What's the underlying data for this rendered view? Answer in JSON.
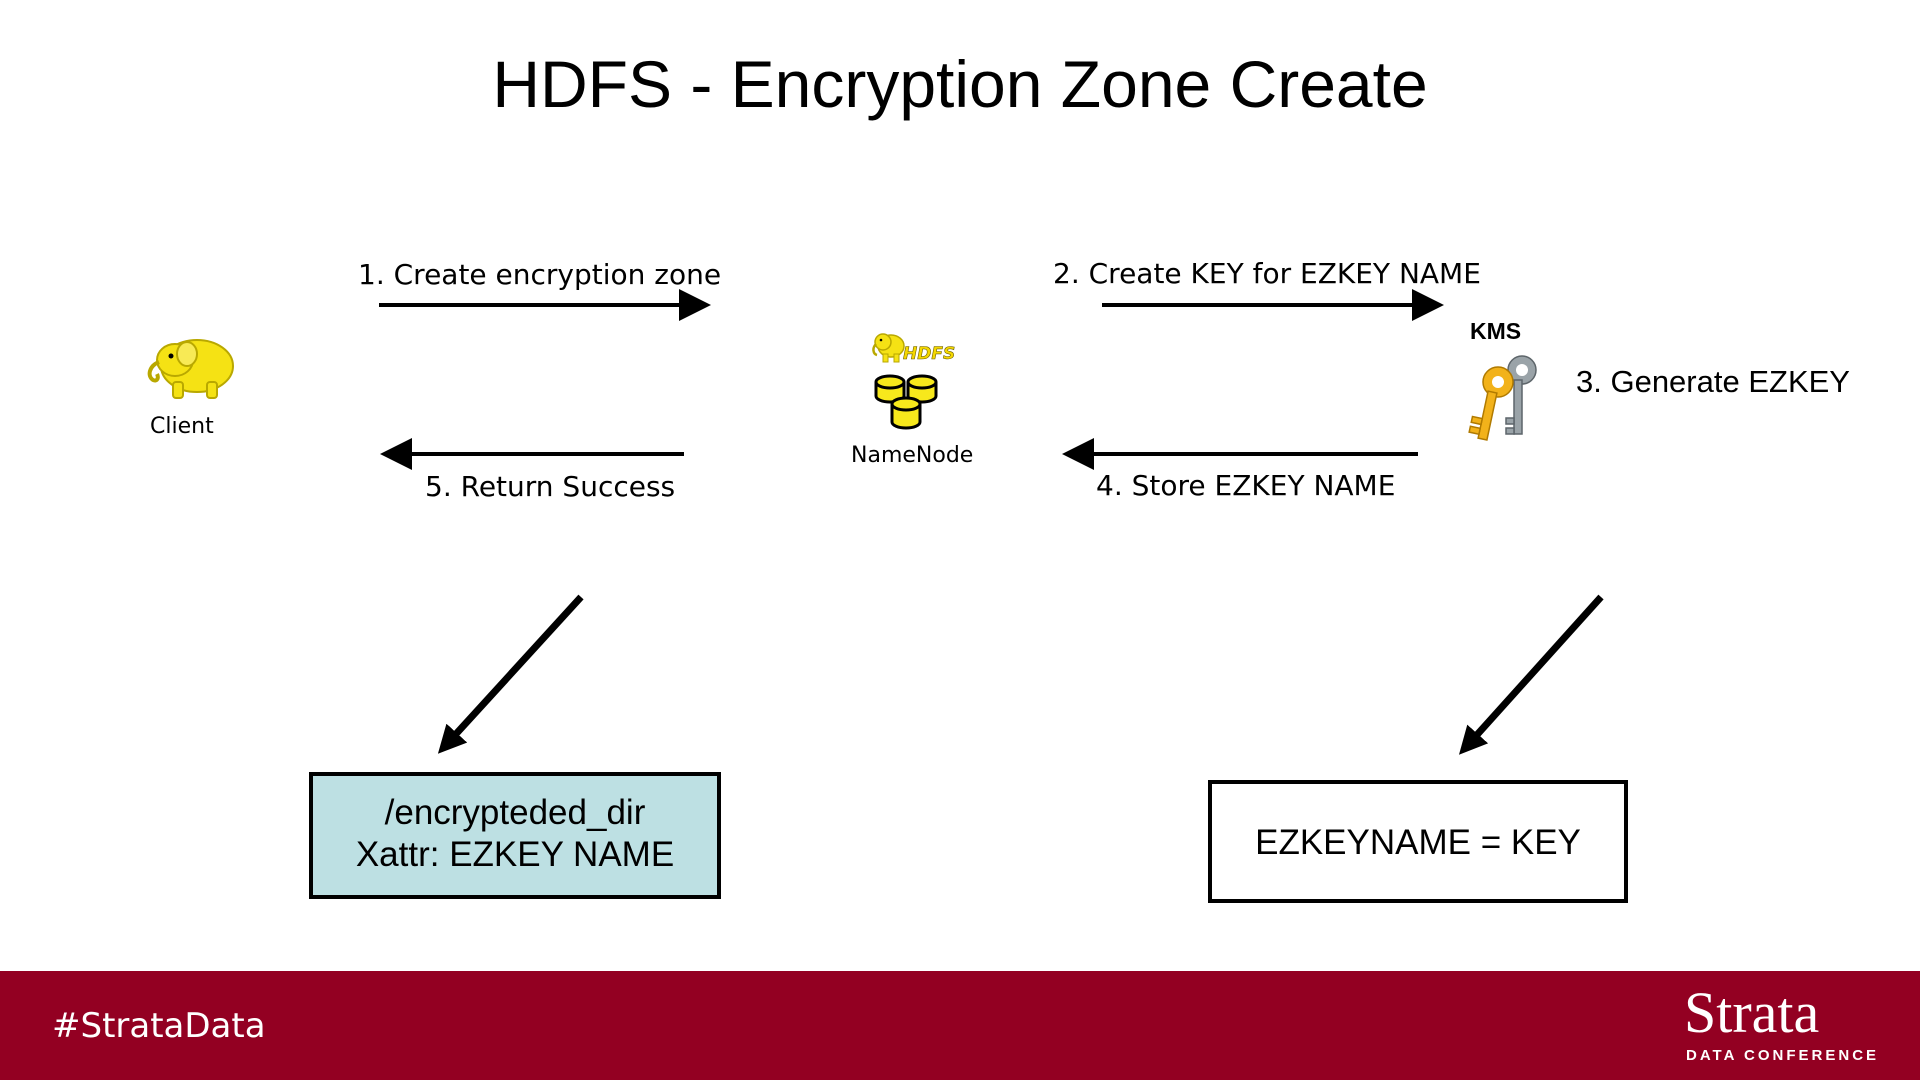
{
  "slide": {
    "title": "HDFS - Encryption Zone Create"
  },
  "nodes": {
    "client_label": "Client",
    "namenode_label": "NameNode",
    "namenode_logo_text": "HDFS",
    "kms_label": "KMS"
  },
  "steps": {
    "step1": "1. Create encryption zone",
    "step2": "2. Create KEY for EZKEY NAME",
    "step3": "3. Generate EZKEY",
    "step4": "4. Store EZKEY NAME",
    "step5": "5. Return Success"
  },
  "boxes": {
    "ez_line1": "/encrypteded_dir",
    "ez_line2": "Xattr: EZKEY NAME",
    "key_text": "EZKEYNAME = KEY"
  },
  "footer": {
    "hashtag": "#StrataData",
    "brand": "Strata",
    "brand_sub": "DATA CONFERENCE"
  },
  "colors": {
    "footer_bg": "#930022",
    "ez_box_bg": "#bde0e3",
    "elephant_yellow": "#f5e214",
    "cylinder_yellow": "#f7e81c",
    "key_gold": "#f2b21a",
    "key_grey": "#9aa3a8"
  }
}
